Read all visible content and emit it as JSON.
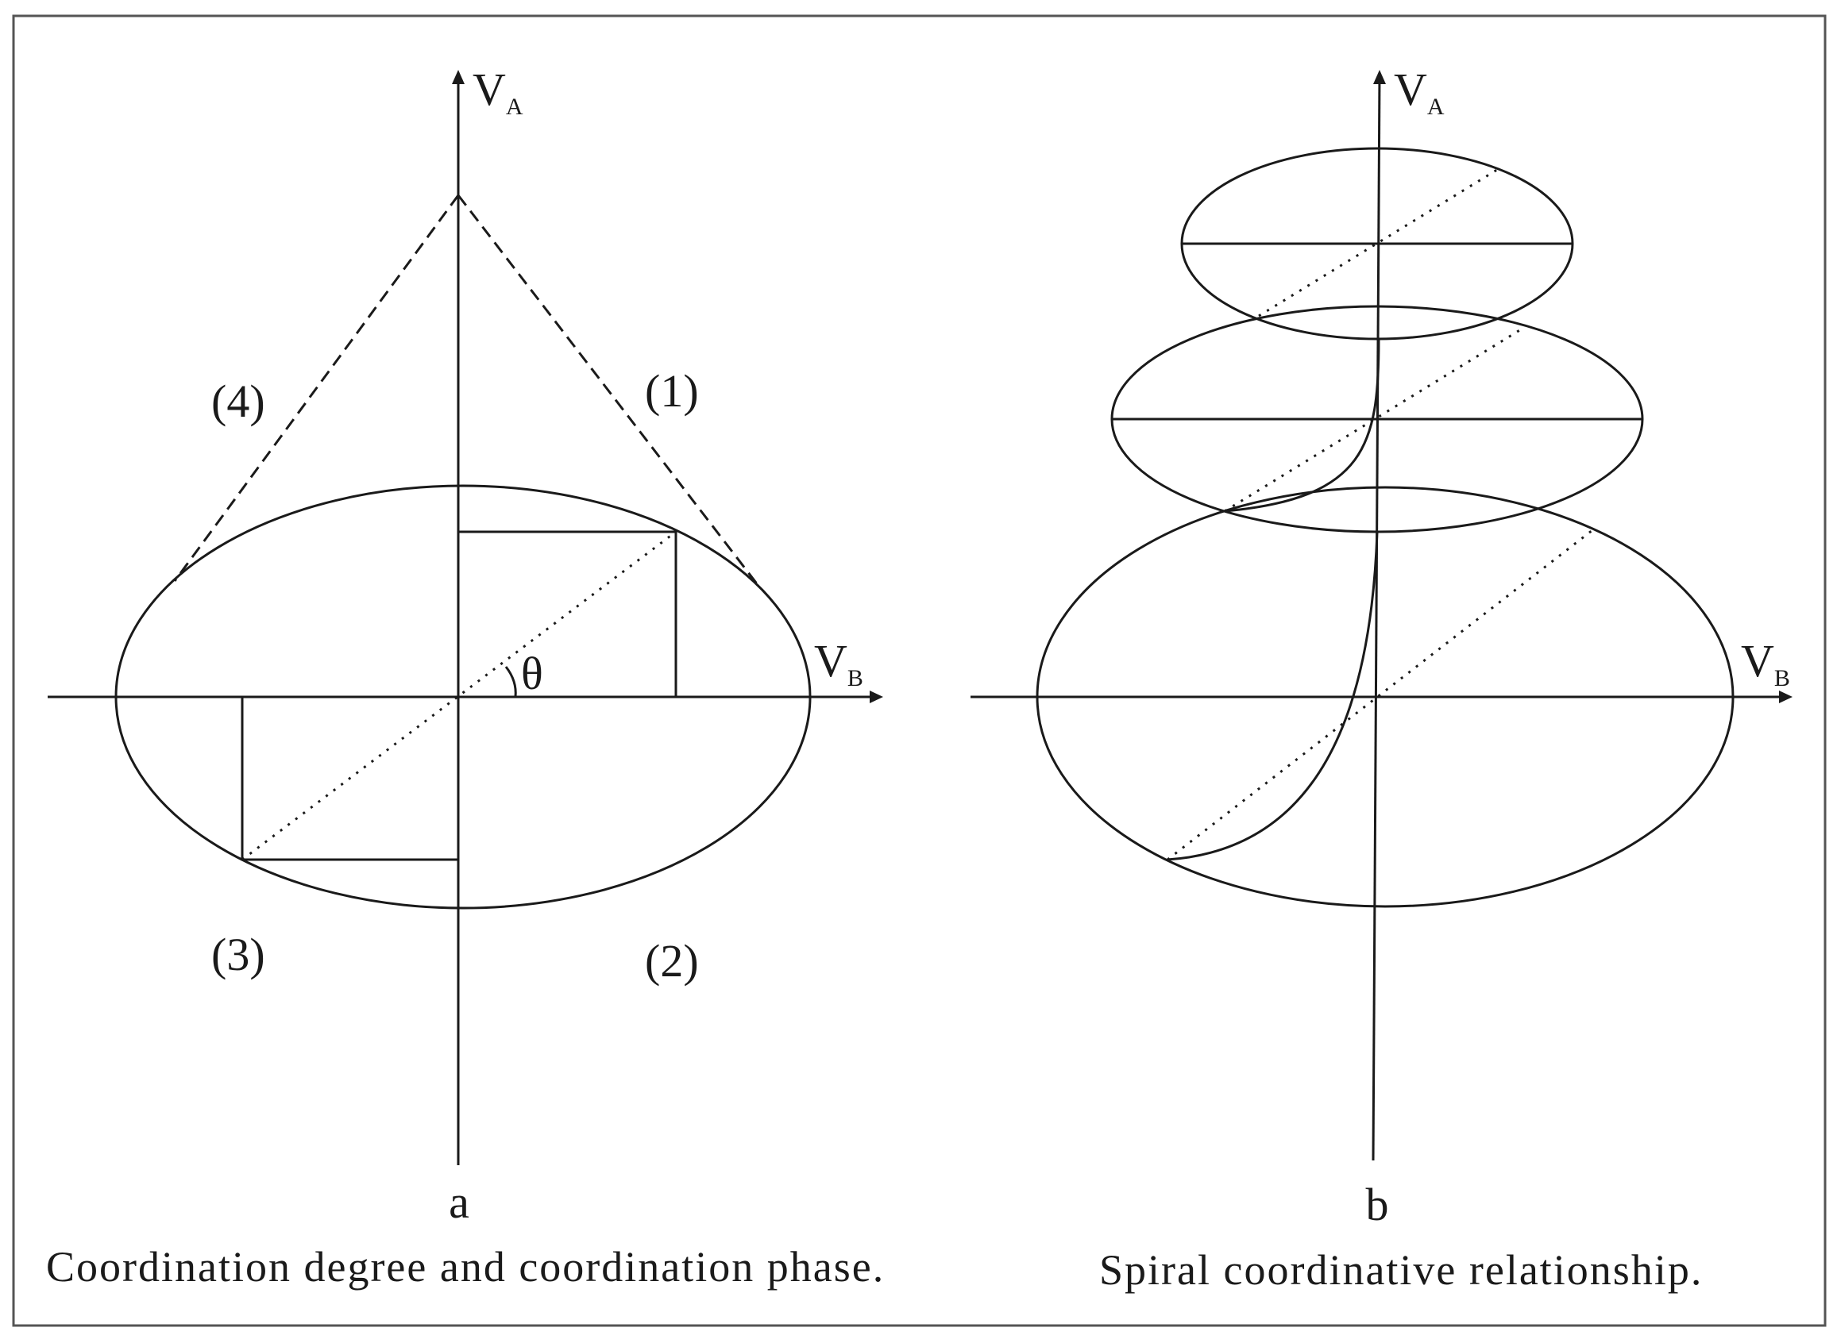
{
  "panel_a": {
    "axis_y": {
      "main": "V",
      "sub": "A"
    },
    "axis_x": {
      "main": "V",
      "sub": "B"
    },
    "angle": "θ",
    "regions": [
      "(1)",
      "(2)",
      "(3)",
      "(4)"
    ],
    "letter": "a",
    "caption": "Coordination degree and coordination phase."
  },
  "panel_b": {
    "axis_y": {
      "main": "V",
      "sub": "A"
    },
    "axis_x": {
      "main": "V",
      "sub": "B"
    },
    "letter": "b",
    "caption": "Spiral coordinative relationship."
  }
}
